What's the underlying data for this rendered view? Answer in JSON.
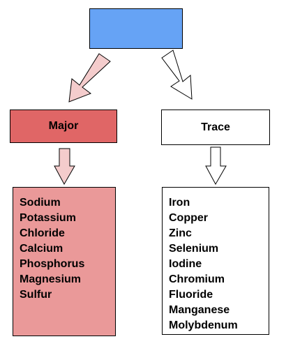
{
  "colors": {
    "root_fill": "#66a3f5",
    "major_fill": "#e06666",
    "major_list_fill": "#ea9999",
    "major_arrow_fill": "#f4cccc",
    "trace_fill": "#ffffff",
    "stroke": "#000000"
  },
  "root": {
    "label": ""
  },
  "major": {
    "title": "Major",
    "items": [
      "Sodium",
      "Potassium",
      "Chloride",
      "Calcium",
      "Phosphorus",
      "Magnesium",
      "Sulfur"
    ]
  },
  "trace": {
    "title": "Trace",
    "items": [
      "Iron",
      "Copper",
      "Zinc",
      "Selenium",
      "Iodine",
      "Chromium",
      "Fluoride",
      "Manganese",
      "Molybdenum"
    ]
  }
}
